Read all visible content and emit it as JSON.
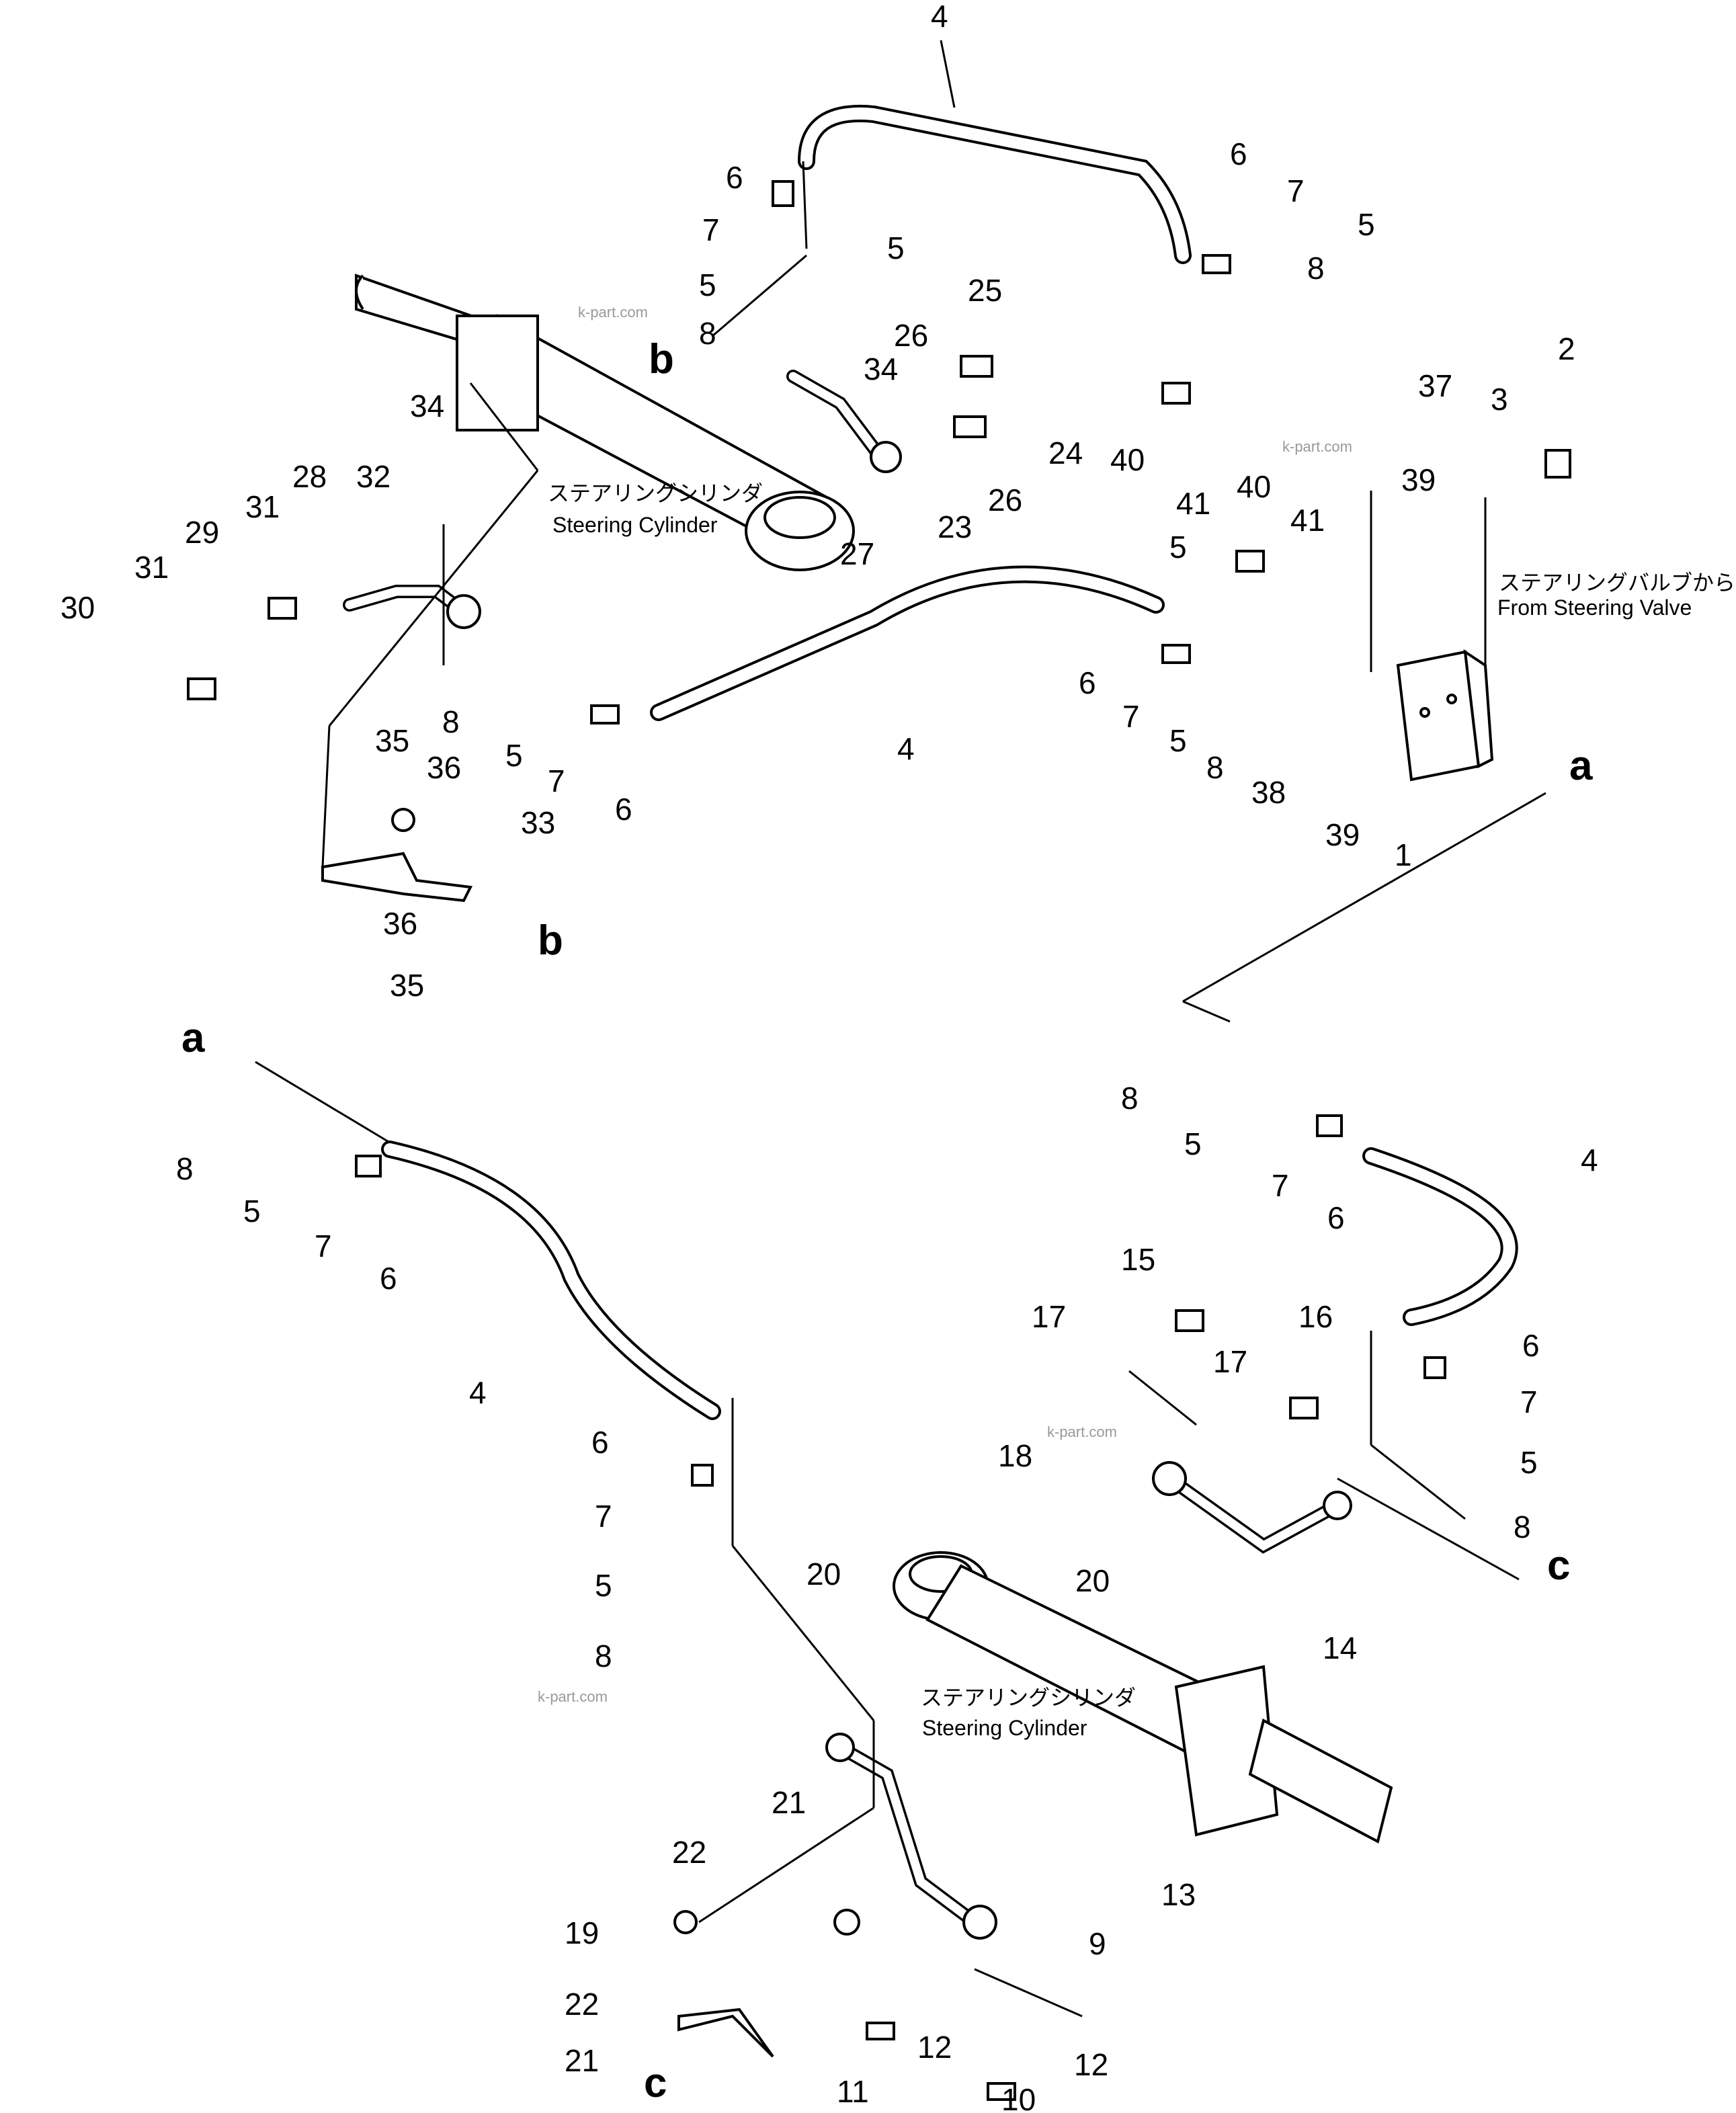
{
  "labels": {
    "cyl1_jp": "ステアリングシリンダ",
    "cyl1_en": "Steering Cylinder",
    "valve_jp": "ステアリングバルブから",
    "valve_en": "From Steering Valve",
    "cyl2_jp": "ステアリングシリンダ",
    "cyl2_en": "Steering Cylinder"
  },
  "watermarks": [
    "k-part.com",
    "k-part.com",
    "k-part.com",
    "k-part.com"
  ],
  "callouts": [
    "4",
    "6",
    "7",
    "5",
    "5",
    "8",
    "25",
    "26",
    "34",
    "24",
    "26",
    "23",
    "27",
    "6",
    "7",
    "5",
    "8",
    "2",
    "3",
    "37",
    "40",
    "41",
    "39",
    "40",
    "41",
    "34",
    "32",
    "28",
    "31",
    "29",
    "31",
    "30",
    "4",
    "5",
    "6",
    "7",
    "5",
    "8",
    "38",
    "39",
    "1",
    "8",
    "5",
    "7",
    "6",
    "35",
    "36",
    "33",
    "36",
    "35",
    "8",
    "5",
    "7",
    "6",
    "4",
    "8",
    "5",
    "7",
    "6",
    "4",
    "15",
    "17",
    "17",
    "16",
    "6",
    "7",
    "5",
    "18",
    "8",
    "20",
    "14",
    "6",
    "7",
    "5",
    "8",
    "20",
    "21",
    "22",
    "13",
    "19",
    "9",
    "22",
    "21",
    "11",
    "12",
    "12",
    "10"
  ],
  "letter_marks": [
    "b",
    "a",
    "b",
    "a",
    "c",
    "c"
  ]
}
